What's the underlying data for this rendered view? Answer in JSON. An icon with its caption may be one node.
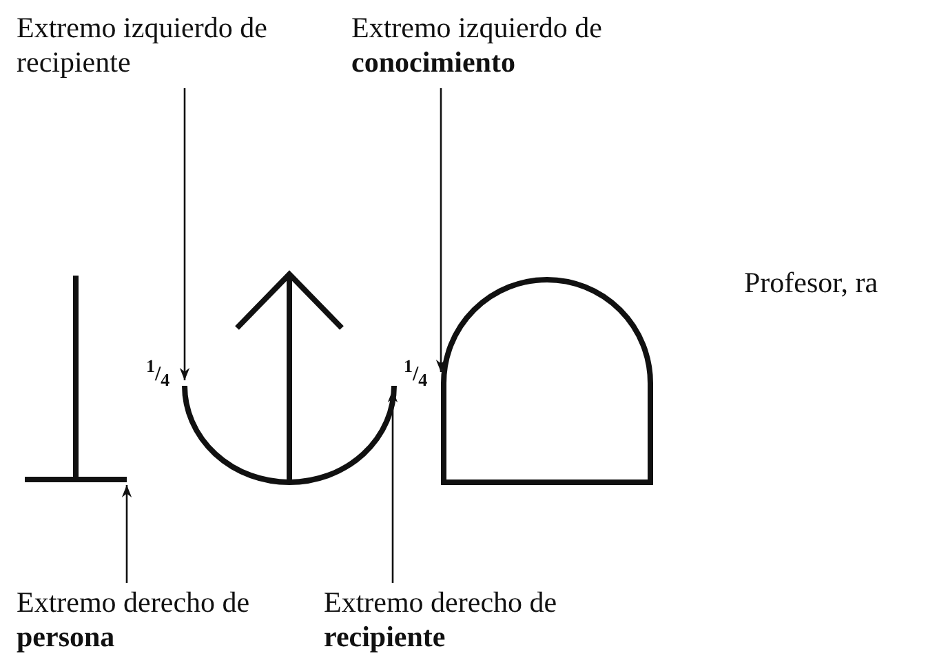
{
  "diagram": {
    "nodes": [
      {
        "text": [
          "Extremo izquierdo de recipiente"
        ]
      },
      {
        "text": [
          "Extremo izquierdo de **conocimiento**"
        ]
      },
      {
        "text": [
          "Extremo derecho de **persona**"
        ]
      },
      {
        "text": [
          "Extremo derecho de **recipiente**"
        ]
      },
      {
        "text": [],
        "shape": "picture"
      },
      {
        "text": [],
        "shape": "picture"
      },
      {
        "text": [],
        "shape": "picture"
      }
    ],
    "edges": [
      {
        "from": 0,
        "to": 5,
        "arrow": "to"
      },
      {
        "from": 1,
        "to": 6,
        "arrow": "to"
      },
      {
        "from": 2,
        "to": 4,
        "arrow": "to"
      },
      {
        "from": 3,
        "to": 5,
        "arrow": "to"
      }
    ],
    "labels": [
      "$^{1}$/$_{4}$",
      "$^{1}$/$_{4}$",
      "Profesor, ra"
    ]
  }
}
